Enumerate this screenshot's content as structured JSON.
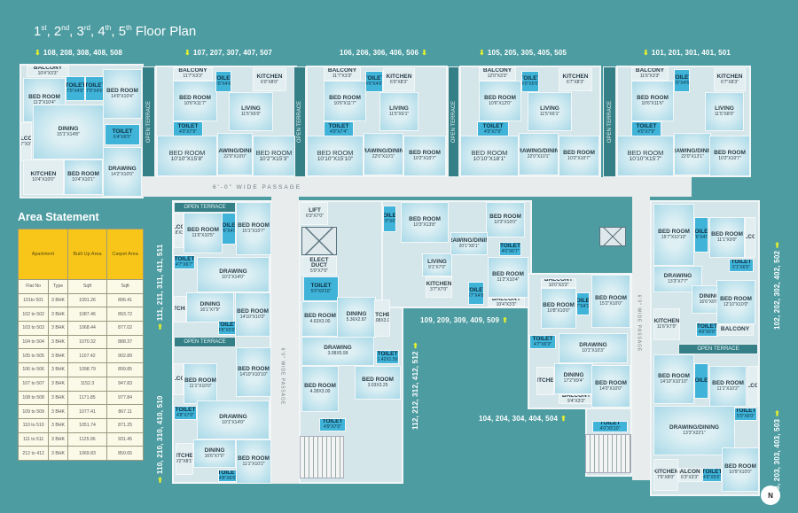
{
  "title": {
    "ordinals": [
      "1",
      "st",
      "2",
      "nd",
      "3",
      "rd",
      "4",
      "th",
      "5",
      "th"
    ],
    "text": "Floor Plan"
  },
  "units": [
    {
      "label": "108, 208, 308, 408, 508",
      "rooms": [
        {
          "name": "BALCONY",
          "dim": "10'4\"X3'3\""
        },
        {
          "name": "TOILET",
          "dim": "7'0\"X4'6\""
        },
        {
          "name": "TOILET",
          "dim": "7'0\"X4'6\""
        },
        {
          "name": "BED ROOM",
          "dim": "14'0\"X10'4\""
        },
        {
          "name": "BED ROOM",
          "dim": "11'2\"X10'4\""
        },
        {
          "name": "BALCONY",
          "dim": "9'7\"X3'9\""
        },
        {
          "name": "DINING",
          "dim": "15'1\"X14'8\""
        },
        {
          "name": "TOILET",
          "dim": "6'4\"X6'5\""
        },
        {
          "name": "KITCHEN",
          "dim": "10'4\"X10'0\""
        },
        {
          "name": "BED ROOM",
          "dim": "10'4\"X10'1\""
        },
        {
          "name": "DRAWING",
          "dim": "14'2\"X10'0\""
        }
      ]
    },
    {
      "label": "107, 207, 307, 407, 507",
      "rooms": [
        {
          "name": "BALCONY",
          "dim": "11'7\"X3'3\""
        },
        {
          "name": "BED ROOM",
          "dim": "10'6\"X11'7\""
        },
        {
          "name": "TOILET",
          "dim": "4'0\"X4'6\""
        },
        {
          "name": "TOILET",
          "dim": "4'0\"X7'9\""
        },
        {
          "name": "LIVING",
          "dim": "11'5\"X6'0\""
        },
        {
          "name": "KITCHEN",
          "dim": "6'0\"X8'0\""
        },
        {
          "name": "DRAWING/DINING",
          "dim": "22'0\"X10'0\""
        },
        {
          "name": "BED ROOM",
          "dim": "10'10\"X15'8\""
        },
        {
          "name": "BED ROOM",
          "dim": "10'2\"X15'3\""
        }
      ]
    },
    {
      "label": "106, 206, 306, 406, 506",
      "rooms": [
        {
          "name": "BALCONY",
          "dim": "11'7\"X3'3\""
        },
        {
          "name": "BED ROOM",
          "dim": "10'6\"X11'7\""
        },
        {
          "name": "TOILET",
          "dim": "4'0\"X4'6\""
        },
        {
          "name": "TOILET",
          "dim": "4'0\"X7'4\""
        },
        {
          "name": "LIVING",
          "dim": "11'5\"X6'1\""
        },
        {
          "name": "KITCHEN",
          "dim": "6'0\"X8'3\""
        },
        {
          "name": "DRAWING/DINING",
          "dim": "22'0\"X10'1\""
        },
        {
          "name": "BED ROOM",
          "dim": "10'10\"X15'10\""
        },
        {
          "name": "BED ROOM",
          "dim": "10'2\"X10'7\""
        }
      ]
    },
    {
      "label": "105, 205, 305, 405, 505",
      "rooms": [
        {
          "name": "BALCONY",
          "dim": "12'0\"X3'3\""
        },
        {
          "name": "BED ROOM",
          "dim": "10'6\"X12'0\""
        },
        {
          "name": "TOILET",
          "dim": "4'0\"X5'6\""
        },
        {
          "name": "TOILET",
          "dim": "4'0\"X7'9\""
        },
        {
          "name": "LIVING",
          "dim": "11'5\"X6'1\""
        },
        {
          "name": "KITCHEN",
          "dim": "6'7\"X8'3\""
        },
        {
          "name": "DRAWING/DINING",
          "dim": "22'0\"X10'1\""
        },
        {
          "name": "BED ROOM",
          "dim": "10'10\"X18'1\""
        },
        {
          "name": "BED ROOM",
          "dim": "10'2\"X10'7\""
        }
      ]
    },
    {
      "label": "101, 201, 301, 401, 501",
      "rooms": [
        {
          "name": "BALCONY",
          "dim": "11'6\"X3'3\""
        },
        {
          "name": "BED ROOM",
          "dim": "10'6\"X11'6\""
        },
        {
          "name": "TOILET",
          "dim": "4'0\"X4'6\""
        },
        {
          "name": "TOILET",
          "dim": "4'0\"X7'9\""
        },
        {
          "name": "LIVING",
          "dim": "11'5\"X8'0\""
        },
        {
          "name": "KITCHEN",
          "dim": "6'7\"X8'3\""
        },
        {
          "name": "DRAWING/DINING",
          "dim": "22'0\"X13'1\""
        },
        {
          "name": "BED ROOM",
          "dim": "10'10\"X15'7\""
        },
        {
          "name": "BED ROOM",
          "dim": "10'2\"X10'7\""
        }
      ]
    },
    {
      "label": "111, 211, 311, 411, 511",
      "rooms": [
        {
          "name": "BALCONY",
          "dim": "18'X3'"
        },
        {
          "name": "BED ROOM",
          "dim": "11'6\"X10'5\""
        },
        {
          "name": "TOILET",
          "dim": "7'6\"X4'0\""
        },
        {
          "name": "BED ROOM",
          "dim": "15'1\"X10'7\""
        },
        {
          "name": "TOILET",
          "dim": "4'7\"X6'7\""
        },
        {
          "name": "DRAWING",
          "dim": "10'1\"X14'0\""
        },
        {
          "name": "DINING",
          "dim": "16'1\"X7'9\""
        },
        {
          "name": "KITCHEN",
          "dim": ""
        },
        {
          "name": "TOILET",
          "dim": "4'8\"X5'6\""
        },
        {
          "name": "BED ROOM",
          "dim": "14'10\"X10'2\""
        }
      ]
    },
    {
      "label": "110, 210, 310, 410, 510",
      "rooms": [
        {
          "name": "BED ROOM",
          "dim": "14'10\"X10'10\""
        },
        {
          "name": "BALCONY",
          "dim": ""
        },
        {
          "name": "BED ROOM",
          "dim": "11'1\"X10'0\""
        },
        {
          "name": "TOILET",
          "dim": "4'8\"X7'0\""
        },
        {
          "name": "DRAWING",
          "dim": "10'1\"X14'0\""
        },
        {
          "name": "KITCHEN",
          "dim": "9'2\"X8'1\""
        },
        {
          "name": "DINING",
          "dim": "16'6\"X7'0\""
        },
        {
          "name": "TOILET",
          "dim": "4'8\"X6'6\""
        },
        {
          "name": "BED ROOM",
          "dim": "11'1\"X10'2\""
        }
      ]
    },
    {
      "label": "112, 212, 312, 412, 512",
      "rooms": [
        {
          "name": "LIFT",
          "dim": "6'3\"X7'0\""
        },
        {
          "name": "ELECT DUCT",
          "dim": "5'0\"X7'0\""
        },
        {
          "name": "TOILET",
          "dim": "5'0\"X9'10\""
        },
        {
          "name": "BED ROOM",
          "dim": "4.63X3.00"
        },
        {
          "name": "DINING",
          "dim": "5.36X2.87"
        },
        {
          "name": "KITCHEN",
          "dim": "3.08X3.03"
        },
        {
          "name": "DRAWING",
          "dim": "3.08X5.99"
        },
        {
          "name": "TOILET",
          "dim": "1.42X1.50"
        },
        {
          "name": "BED ROOM",
          "dim": "4.28X3.00"
        },
        {
          "name": "BED ROOM",
          "dim": "3.03X3.25"
        },
        {
          "name": "TOILET",
          "dim": "4'9\"X7'0\""
        }
      ]
    },
    {
      "label": "109, 209, 309, 409, 509",
      "rooms": [
        {
          "name": "TOILET",
          "dim": "11'0\"X6'0\""
        },
        {
          "name": "BED ROOM",
          "dim": "10'3\"X13'8\""
        },
        {
          "name": "BED ROOM",
          "dim": "10'3\"X10'0\""
        },
        {
          "name": "TOILET",
          "dim": "4'0\"X6'7\""
        },
        {
          "name": "LIVING",
          "dim": "9'1\"X7'0\""
        },
        {
          "name": "KITCHEN",
          "dim": "3'7\"X7'0\""
        },
        {
          "name": "BED ROOM",
          "dim": "11'2\"X10'4\""
        },
        {
          "name": "TOILET",
          "dim": "8'7\"X4'8\""
        },
        {
          "name": "BALCONY",
          "dim": "10'4\"X3'3\""
        },
        {
          "name": "DRAWING/DINING",
          "dim": "20'1\"X8'1\""
        }
      ]
    },
    {
      "label": "104, 204, 304, 404, 504",
      "rooms": [
        {
          "name": "BALCONY",
          "dim": "10'0\"X3'3\""
        },
        {
          "name": "BED ROOM",
          "dim": "10'8\"X10'0\""
        },
        {
          "name": "TOILET",
          "dim": "6'7\"X4'10\""
        },
        {
          "name": "BED ROOM",
          "dim": "15'2\"X10'0\""
        },
        {
          "name": "TOILET",
          "dim": "4'7\"X6'3\""
        },
        {
          "name": "DRAWING",
          "dim": "10'1\"X10'3\""
        },
        {
          "name": "DINING",
          "dim": "17'2\"X9'4\""
        },
        {
          "name": "KITCHEN",
          "dim": ""
        },
        {
          "name": "BALCONY",
          "dim": "9'4\"X3'3\""
        },
        {
          "name": "BED ROOM",
          "dim": "14'0\"X10'0\""
        },
        {
          "name": "TOILET",
          "dim": "4'0\"X5'10\""
        }
      ]
    },
    {
      "label": "102, 202, 302, 402, 502",
      "rooms": [
        {
          "name": "BED ROOM",
          "dim": "15'7\"X10'10\""
        },
        {
          "name": "TOILET",
          "dim": "7'6\"X4'0\""
        },
        {
          "name": "BED ROOM",
          "dim": "11'1\"X9'0\""
        },
        {
          "name": "BALCONY",
          "dim": ""
        },
        {
          "name": "DRAWING",
          "dim": "13'3\"X7'7\""
        },
        {
          "name": "TOILET",
          "dim": "5'1\"X6'5\""
        },
        {
          "name": "DINING",
          "dim": "16'6\"X9'5\""
        },
        {
          "name": "BED ROOM",
          "dim": "12'10\"X10'0\""
        },
        {
          "name": "KITCHEN",
          "dim": "11'6\"X7'0\""
        },
        {
          "name": "TOILET",
          "dim": "4'8\"X6'0\""
        },
        {
          "name": "BALCONY",
          "dim": ""
        }
      ]
    },
    {
      "label": "103, 203, 303, 403, 503",
      "rooms": [
        {
          "name": "BED ROOM",
          "dim": "14'10\"X10'10\""
        },
        {
          "name": "TOILET",
          "dim": ""
        },
        {
          "name": "BED ROOM",
          "dim": "11'1\"X10'2\""
        },
        {
          "name": "BALCONY",
          "dim": ""
        },
        {
          "name": "TOILET",
          "dim": "5'0\"X6'0\""
        },
        {
          "name": "DRAWING/DINING",
          "dim": "13'3\"X22'1\""
        },
        {
          "name": "KITCHEN",
          "dim": "7'6\"X8'0\""
        },
        {
          "name": "BALCONY",
          "dim": "6'3\"X3'3\""
        },
        {
          "name": "TOILET",
          "dim": "4'6\"X5'6\""
        },
        {
          "name": "BED ROOM",
          "dim": "10'9\"X10'0\""
        }
      ]
    }
  ],
  "labels": {
    "open_terrace": "OPEN TERRACE",
    "passage_main": "6'-0\"  WIDE  PASSAGE",
    "passage_small": "6'0\" WIDE PASSAGE",
    "compass": "N"
  },
  "area_statement": {
    "title": "Area Statement",
    "headers": {
      "apartment": "Apartment",
      "built_up": "Built Up Area",
      "carpet": "Carpet Area"
    },
    "subheaders": {
      "flat": "Flat No",
      "type": "Type",
      "built_unit": "Sqft",
      "carpet_unit": "Sqft"
    },
    "rows": [
      {
        "flat": "101to 501",
        "type": "3 BHK",
        "built": "1091.26",
        "carpet": "896.41"
      },
      {
        "flat": "102 to 502",
        "type": "3 BHK",
        "built": "1087.46",
        "carpet": "893.72"
      },
      {
        "flat": "103 to 503",
        "type": "3 BHK",
        "built": "1068.44",
        "carpet": "877.02"
      },
      {
        "flat": "104 to 504",
        "type": "3 BHK",
        "built": "1070.32",
        "carpet": "888.37"
      },
      {
        "flat": "105 to 505",
        "type": "3 BHK",
        "built": "1107.42",
        "carpet": "902.89"
      },
      {
        "flat": "106 to 506",
        "type": "3 BHK",
        "built": "1098.79",
        "carpet": "899.85"
      },
      {
        "flat": "107 to 507",
        "type": "3 BHK",
        "built": "1152.3",
        "carpet": "947.83"
      },
      {
        "flat": "108 to 508",
        "type": "3 BHK",
        "built": "1171.85",
        "carpet": "977.84"
      },
      {
        "flat": "109 to 509",
        "type": "3 BHK",
        "built": "1077.41",
        "carpet": "867.11"
      },
      {
        "flat": "110 to 510",
        "type": "3 BHK",
        "built": "1051.74",
        "carpet": "871.25"
      },
      {
        "flat": "111 to 511",
        "type": "3 BHK",
        "built": "1125.96",
        "carpet": "931.45"
      },
      {
        "flat": "212 to 412",
        "type": "3 BHK",
        "built": "1069.83",
        "carpet": "850.65"
      }
    ]
  }
}
